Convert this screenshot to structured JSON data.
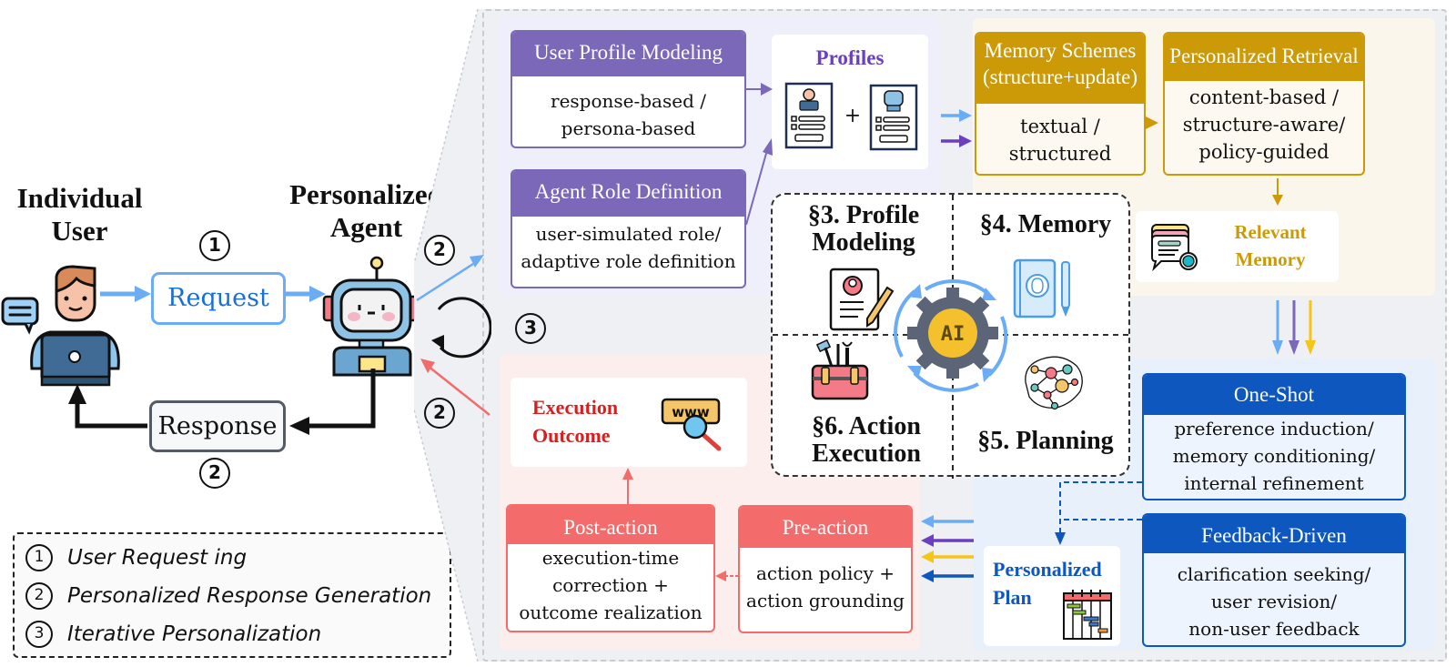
{
  "left": {
    "user_title": "Individual User",
    "agent_title": "Personalized Agent",
    "request_label": "Request",
    "response_label": "Response",
    "step_request": "1",
    "step_response": "2",
    "step_to_profile": "2",
    "step_from_execution": "2",
    "step_loop": "3"
  },
  "legend": {
    "items": [
      {
        "num": "1",
        "text": "User Request ing"
      },
      {
        "num": "2",
        "text": "Personalized Response Generation"
      },
      {
        "num": "3",
        "text": "Iterative Personalization"
      }
    ]
  },
  "profile": {
    "user_profile_header": "User Profile Modeling",
    "user_profile_body_1": "response-based /",
    "user_profile_body_2": "persona-based",
    "agent_role_header": "Agent Role Definition",
    "agent_role_body_1": "user-simulated role/",
    "agent_role_body_2": "adaptive role definition",
    "profiles_title": "Profiles",
    "plus": "+"
  },
  "memory": {
    "schemes_header_1": "Memory Schemes",
    "schemes_header_2": "(structure+update)",
    "schemes_body_1": "textual /",
    "schemes_body_2": "structured",
    "retrieval_header": "Personalized Retrieval",
    "retrieval_body_1": "content-based /",
    "retrieval_body_2": "structure-aware/",
    "retrieval_body_3": "policy-guided",
    "relevant_1": "Relevant",
    "relevant_2": "Memory"
  },
  "center": {
    "sec3_1": "§3. Profile",
    "sec3_2": "Modeling",
    "sec4": "§4. Memory",
    "sec5": "§5. Planning",
    "sec6_1": "§6. Action",
    "sec6_2": "Execution",
    "ai_label": "AI"
  },
  "planning": {
    "oneshot_header": "One-Shot",
    "oneshot_body_1": "preference induction/",
    "oneshot_body_2": "memory conditioning/",
    "oneshot_body_3": "internal refinement",
    "feedback_header": "Feedback-Driven",
    "feedback_body_1": "clarification seeking/",
    "feedback_body_2": "user revision/",
    "feedback_body_3": "non-user feedback",
    "plan_1": "Personalized",
    "plan_2": "Plan"
  },
  "action": {
    "outcome_1": "Execution",
    "outcome_2": "Outcome",
    "www": "www",
    "post_header": "Post-action",
    "post_body_1": "execution-time",
    "post_body_2": "correction +",
    "post_body_3": "outcome realization",
    "pre_header": "Pre-action",
    "pre_body_1": "action policy +",
    "pre_body_2": "action grounding"
  },
  "colors": {
    "purple": "#7b68b8",
    "purple_bg": "#efeefb",
    "gold": "#cc9a06",
    "gold_bg": "#fbf6ec",
    "blue": "#0d57bf",
    "blue_bg": "#e8f0fb",
    "red": "#f36b6b",
    "red_bg": "#fdeeee",
    "light_blue": "#6aacf5",
    "violet": "#6a3fc0",
    "yellow": "#f5c518"
  }
}
